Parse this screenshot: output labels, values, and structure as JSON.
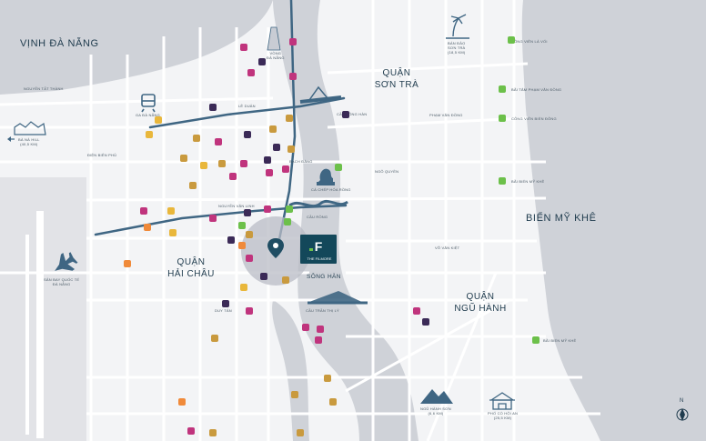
{
  "labels": {
    "vinh_da_nang": "VỊNH ĐÀ NẴNG",
    "quan_son_tra": [
      "QUẬN",
      "SƠN TRÀ"
    ],
    "bien_my_khe": "BIỂN MỸ KHÊ",
    "quan_hai_chau": [
      "QUẬN",
      "HẢI CHÂU"
    ],
    "quan_ngu_hanh": [
      "QUẬN",
      "NGŨ HÀNH"
    ],
    "song_han": "SÔNG HÀN",
    "the_filmore": "THE FILMORE",
    "north": "N",
    "cau_song_han": "CẦU SÔNG HÀN",
    "cau_rong": "CẦU RỒNG",
    "cau_tran_thi_ly": "CẦU TRẦN THỊ LÝ",
    "ga_da_nang": "GA ĐÀ NẴNG",
    "ba_na_hill": [
      "BÀ NÀ HILL",
      "(40,5 KM)"
    ],
    "san_bay": [
      "SÂN BAY QUỐC TẾ",
      "ĐÀ NẴNG"
    ],
    "vong_da_nang": [
      "VÒNG",
      "ĐÀ NẴNG"
    ],
    "ca_chep_hoa_rong": "CÁ CHÉP HÓA RỒNG",
    "ban_dao_son_tra": [
      "BÁN ĐẢO",
      "SƠN TRÀ",
      "(18,5 KM)"
    ],
    "cong_vien_la_voi": "CÔNG VIÊN LÁ VỐI",
    "bai_tam_pham_van_dong": "BÃI TẮM PHẠM VĂN ĐỒNG",
    "cong_vien_bien_dong": "CÔNG VIÊN BIỂN ĐÔNG",
    "bai_bien_my_khe": "BÃI BIỂN MỸ KHÊ",
    "bai_bien_my_khe_2": "BÃI BIỂN MỸ KHÊ",
    "ngu_hanh_son": [
      "NGŨ HÀNH SƠN",
      "(6,6 KM)"
    ],
    "pho_co_hoi_an": [
      "PHỐ CỔ HỘI AN",
      "(25,5 KM)"
    ],
    "street_le_duan": "LÊ DUẨN",
    "street_nguyen_van_linh": "NGUYỄN VĂN LINH",
    "street_duy_tan": "DUY TÂN",
    "street_bach_dang": "BẠCH ĐẰNG",
    "street_vo_van_kiet": "VÕ VĂN KIỆT",
    "street_ngo_quyen": "NGÔ QUYỀN",
    "street_pham_van_dong": "PHẠM VĂN ĐỒNG",
    "street_nguyen_tat_thanh": "NGUYỄN TẤT THÀNH",
    "street_dien_bien_phu": "ĐIỆN BIÊN PHỦ"
  },
  "colors": {
    "land": "#f3f4f6",
    "water": "#cfd2d8",
    "roads": "#ffffff",
    "route": "#3f6683",
    "filmore_badge": "#13485a",
    "park": "#6cc04a",
    "restaurant": "#c99a3e",
    "shopping": "#c0347d",
    "hotel": "#3b2a57",
    "hospital": "#f08a3a",
    "school": "#e9b73b",
    "airport_area": "#e2e3e7"
  }
}
